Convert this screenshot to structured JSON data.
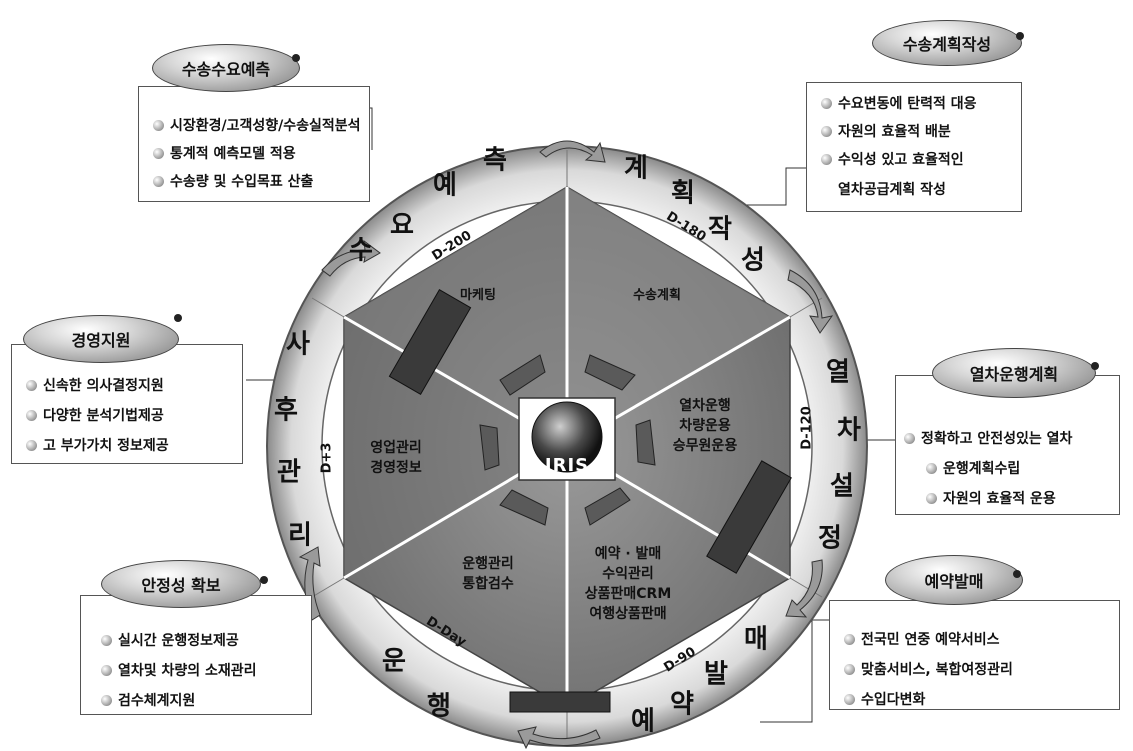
{
  "ring": {
    "top": {
      "c1": "수",
      "c2": "요",
      "c3": "예",
      "c4": "측"
    },
    "planning": {
      "c1": "계",
      "c2": "획",
      "c3": "작",
      "c4": "성"
    },
    "train": {
      "c1": "열",
      "c2": "차",
      "c3": "설",
      "c4": "정"
    },
    "sales": {
      "c1": "매",
      "c2": "발",
      "c3": "약",
      "c4": "예"
    },
    "operation": {
      "c1": "운",
      "c2": "행"
    },
    "after": {
      "c1": "사",
      "c2": "후",
      "c3": "관",
      "c4": "리"
    }
  },
  "days": {
    "d200": "D-200",
    "d180": "D-180",
    "d120": "D-120",
    "d90": "D-90",
    "dday": "D-Day",
    "d3": "D+3"
  },
  "center": {
    "label": "IRIS"
  },
  "sectors": {
    "marketing": "마케팅",
    "transport": "수송계획",
    "train_ops": [
      "열차운행",
      "차량운용",
      "승무원운용"
    ],
    "sales_mgmt": [
      "예약 · 발매",
      "수익관리",
      "상품판매CRM",
      "여행상품판매"
    ],
    "ops_mgmt": [
      "운행관리",
      "통합검수"
    ],
    "biz_mgmt": [
      "영업관리",
      "경영정보"
    ]
  },
  "callouts": {
    "demand": {
      "title": "수송수요예측",
      "items": [
        "시장환경/고객성향/수송실적분석",
        "통계적 예측모델 적용",
        "수송량 및 수입목표 산출"
      ]
    },
    "plan": {
      "title": "수송계획작성",
      "items": [
        "수요변동에 탄력적 대응",
        "자원의 효율적 배분",
        "수익성 있고 효율적인",
        "열차공급계획 작성"
      ]
    },
    "mgmt": {
      "title": "경영지원",
      "items": [
        "신속한 의사결정지원",
        "다양한 분석기법제공",
        "고 부가가치 정보제공"
      ]
    },
    "train": {
      "title": "열차운행계획",
      "items": [
        "정확하고 안전성있는 열차",
        "운행계획수립",
        "자원의 효율적 운용"
      ]
    },
    "safety": {
      "title": "안정성 확보",
      "items": [
        "실시간 운행정보제공",
        "열차및 차량의 소재관리",
        "검수체계지원"
      ]
    },
    "sales": {
      "title": "예약발매",
      "items": [
        "전국민 연중 예약서비스",
        "맞춤서비스, 복합여정관리",
        "수입다변화"
      ]
    }
  }
}
